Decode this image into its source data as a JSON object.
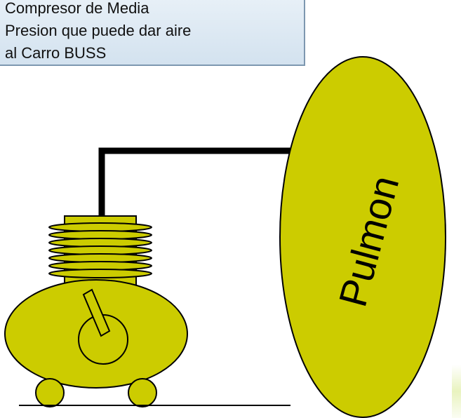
{
  "caption": {
    "lines": [
      "Compresor de Media",
      "Presion que puede dar aire",
      "al Carro BUSS"
    ]
  },
  "tank": {
    "label": "Pulmon"
  },
  "colors": {
    "fill": "#cccc00",
    "stroke": "#000000",
    "caption_border": "#7d97b0",
    "caption_bg": "#dde8f2"
  }
}
